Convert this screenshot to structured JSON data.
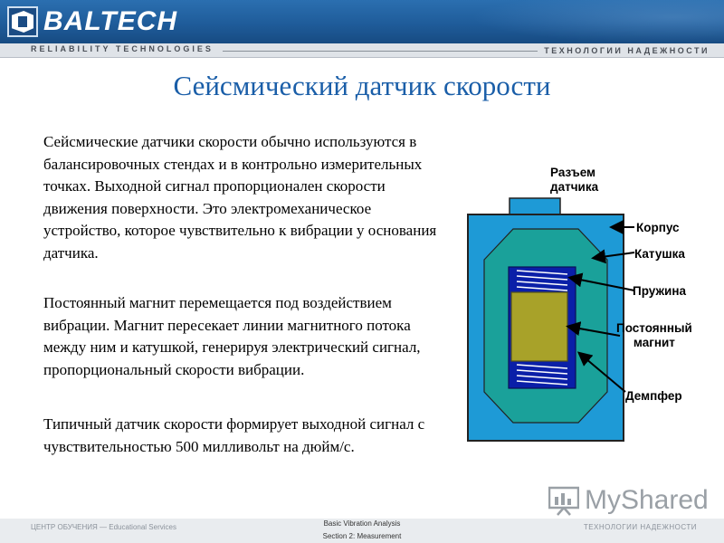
{
  "header": {
    "logo_text": "BALTECH",
    "tagline_left": "RELIABILITY TECHNOLOGIES",
    "tagline_right": "ТЕХНОЛОГИИ НАДЕЖНОСТИ"
  },
  "slide": {
    "title": "Сейсмический датчик скорости",
    "paragraphs": [
      "Сейсмические датчики скорости обычно используются в балансировочных стендах и в контрольно измерительных точках. Выходной сигнал пропорционален скорости движения поверхности. Это электромеханическое устройство, которое чувствительно к вибрации у основания датчика.",
      "Постоянный магнит перемещается под воздействием вибрации. Магнит пересекает линии магнитного потока между ним и катушкой, генерируя электрический сигнал, пропорциональный скорости вибрации.",
      "Типичный датчик скорости формирует выходной сигнал с чувствительностью 500 милливольт на дюйм/с."
    ]
  },
  "diagram": {
    "labels": {
      "connector": "Разъем\nдатчика",
      "housing": "Корпус",
      "coil": "Катушка",
      "spring": "Пружина",
      "magnet": "Постоянный\nмагнит",
      "damper": "Демпфер"
    },
    "colors": {
      "housing": "#1e9ad6",
      "inner": "#1aa19a",
      "coil": "#0a1fa8",
      "magnet": "#a8a229",
      "spring": "#ffffff",
      "outline": "#222222"
    }
  },
  "footer": {
    "left": "ЦЕНТР ОБУЧЕНИЯ — Educational Services",
    "center_line1": "Basic Vibration Analysis",
    "center_line2": "Section 2: Measurement",
    "right": "ТЕХНОЛОГИИ НАДЕЖНОСТИ"
  },
  "watermark": {
    "text": "MyShared",
    "icon": "presentation-chart-icon"
  }
}
